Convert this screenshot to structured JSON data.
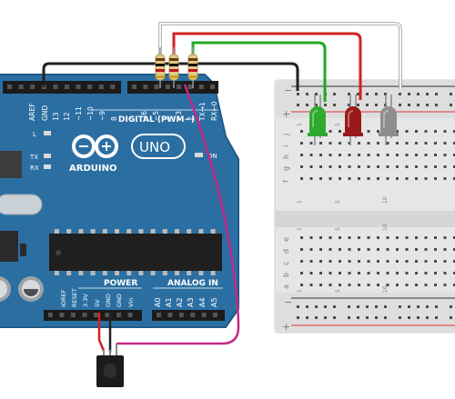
{
  "board": {
    "logo_text": "ARDUINO",
    "model_text": "UNO",
    "digital_label": "DIGITAL (PWM~)",
    "power_label": "POWER",
    "analog_label": "ANALOG IN",
    "led_l": "L",
    "led_tx": "TX",
    "led_rx": "RX",
    "on_label": "ON",
    "top_pins": [
      "AREF",
      "GND",
      "13",
      "12",
      "~11",
      "~10",
      "~9",
      "8",
      "7",
      "~6",
      "~5",
      "4",
      "~3",
      "2",
      "TX→1",
      "RX←0"
    ],
    "power_pins": [
      "IOREF",
      "RESET",
      "3.3V",
      "5V",
      "GND",
      "GND",
      "Vin"
    ],
    "analog_pins": [
      "A0",
      "A1",
      "A2",
      "A3",
      "A4",
      "A5"
    ]
  },
  "breadboard": {
    "row_letters_top": [
      "j",
      "i",
      "h",
      "g",
      "f"
    ],
    "row_letters_bottom": [
      "e",
      "d",
      "c",
      "b",
      "a"
    ],
    "column_numbers": [
      "1",
      "5",
      "10"
    ],
    "rail_minus": "−",
    "rail_plus": "+"
  },
  "components": {
    "leds": [
      {
        "color": "green",
        "fill": "#2faa2f"
      },
      {
        "color": "red",
        "fill": "#9a1a1a"
      },
      {
        "color": "gray",
        "fill": "#8e8e8e"
      }
    ],
    "resistor_count": 3
  },
  "wires": {
    "black": "#222222",
    "green": "#23a823",
    "red": "#d42020",
    "white": "#e8e8e8",
    "magenta": "#c4288a"
  },
  "colors": {
    "board": "#2b6fa2",
    "board_dark": "#1f5a88",
    "breadboard": "#e4e4e4"
  }
}
